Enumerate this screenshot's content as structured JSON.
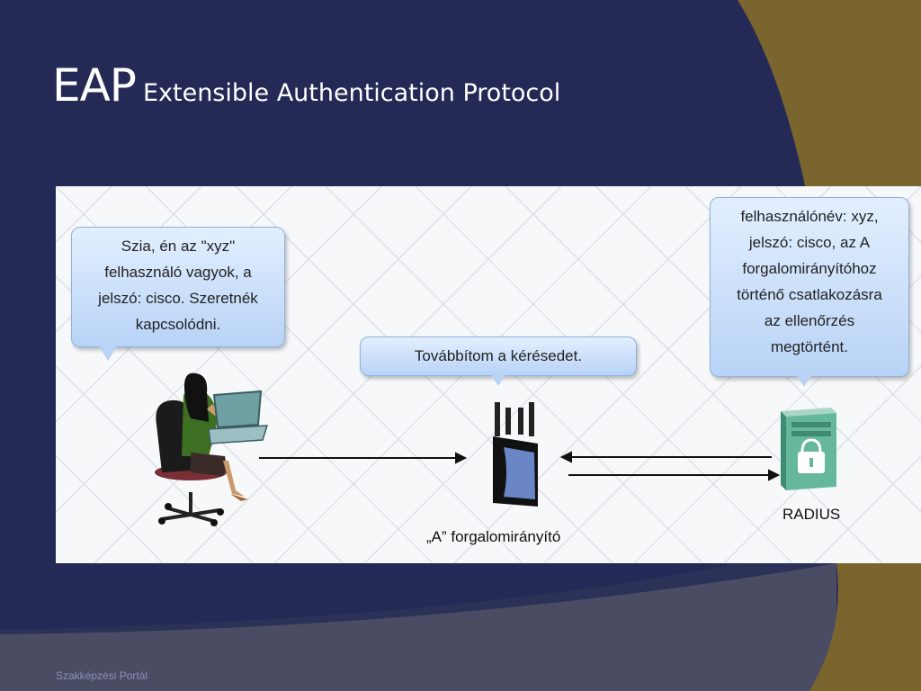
{
  "slide": {
    "title_main": "EAP",
    "title_sub": "Extensible Authentication Protocol",
    "footer": "Szakképzési Portál",
    "colors": {
      "background": "#242a55",
      "accent_gold": "#7f6a2f",
      "panel": "#f7f8fa"
    }
  },
  "diagram": {
    "user_bubble": {
      "lines": [
        "Szia, én az \"xyz\"",
        "felhasználó vagyok, a",
        "jelszó: cisco. Szeretnék",
        "kapcsolódni."
      ]
    },
    "router_bubble": {
      "text": "Továbbítom a kérésedet."
    },
    "radius_bubble": {
      "lines": [
        "felhasználónév: xyz,",
        "jelszó: cisco, az A",
        "forgalomirányítóhoz",
        "történő csatlakozásra",
        "az ellenőrzés",
        "megtörtént."
      ]
    },
    "router_label": "„A” forgalomirányító",
    "radius_label": "RADIUS",
    "icons": [
      "user-at-laptop-icon",
      "wireless-router-icon",
      "radius-server-icon",
      "lock-icon"
    ]
  }
}
